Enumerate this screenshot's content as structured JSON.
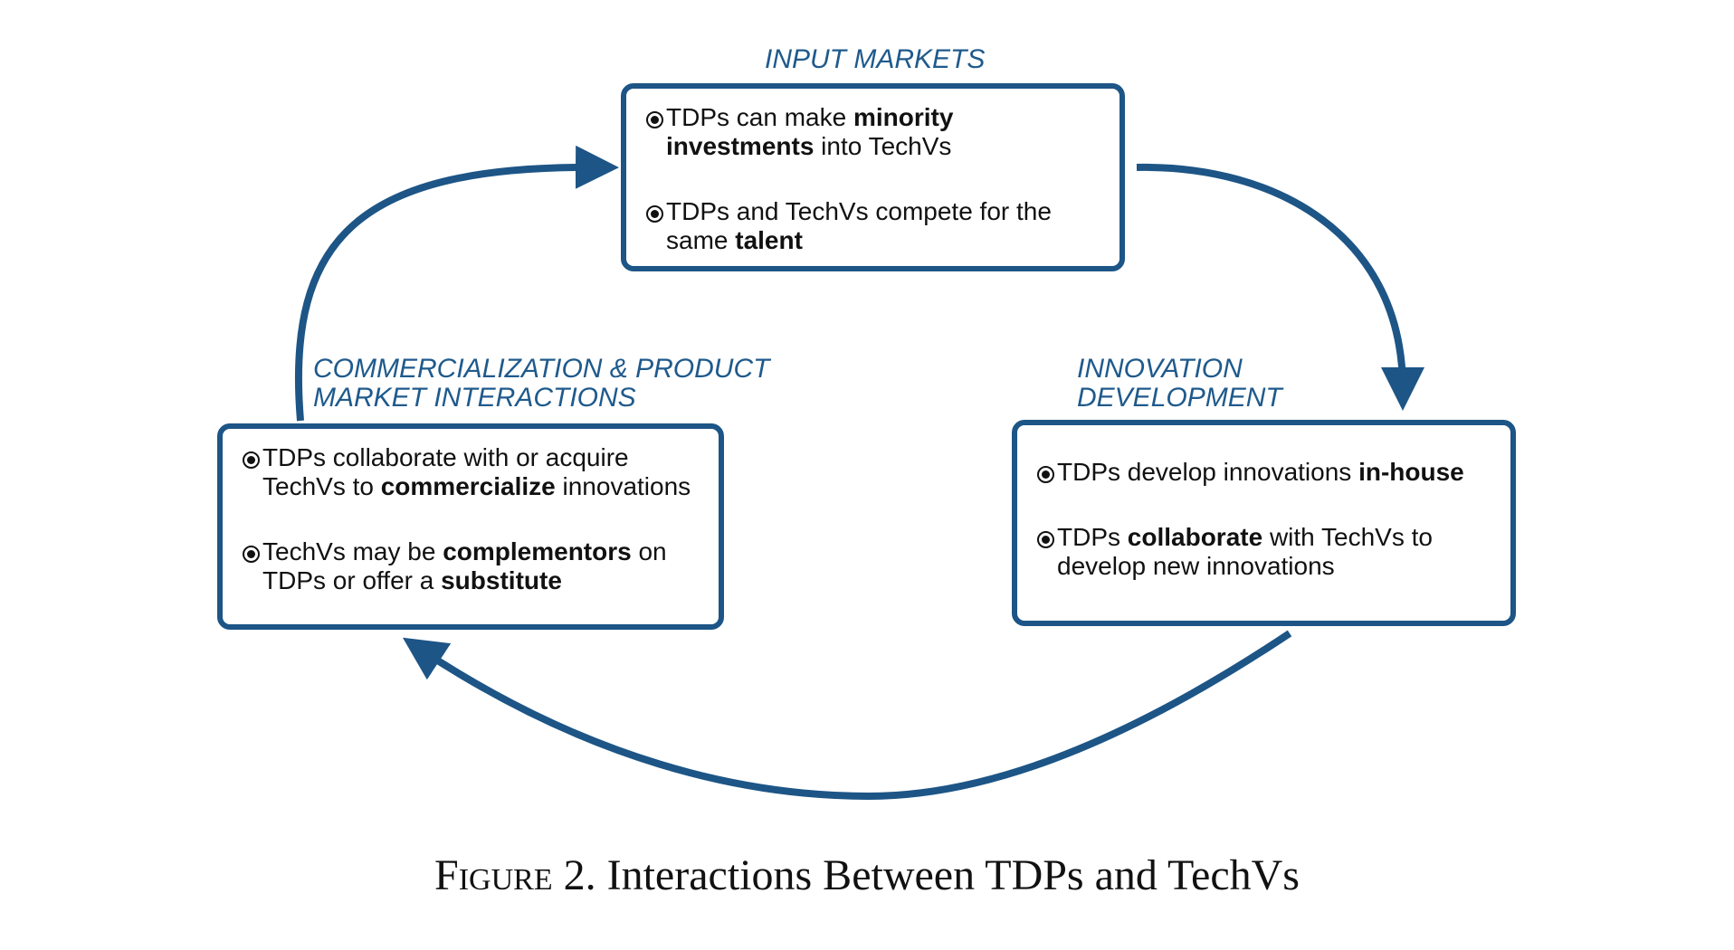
{
  "colors": {
    "accent": "#1d5586",
    "label": "#1f5a8c",
    "text": "#111111"
  },
  "input_markets": {
    "label": "INPUT MARKETS",
    "items": [
      {
        "pre": "TDPs can make ",
        "bold": "minority investments",
        "post": " into TechVs"
      },
      {
        "pre": "TDPs and TechVs compete for the same ",
        "bold": "talent",
        "post": ""
      }
    ]
  },
  "innovation": {
    "label_line1": "INNOVATION",
    "label_line2": "DEVELOPMENT",
    "items": [
      {
        "pre": "TDPs develop innovations ",
        "bold": "in-house",
        "post": ""
      },
      {
        "pre": "TDPs ",
        "bold": "collaborate",
        "post": " with TechVs to develop new innovations"
      }
    ]
  },
  "commercialization": {
    "label_line1": "COMMERCIALIZATION & PRODUCT",
    "label_line2": "MARKET INTERACTIONS",
    "items": [
      {
        "pre": "TDPs collaborate with or acquire TechVs to ",
        "bold": "commercialize",
        "post": " innovations"
      },
      {
        "pre": "TechVs may be ",
        "bold": "complementors",
        "post": " on TDPs or offer a ",
        "bold2": "substitute"
      }
    ]
  },
  "caption": {
    "figure_word": "Figure",
    "rest": " 2. Interactions Between TDPs and TechVs"
  }
}
